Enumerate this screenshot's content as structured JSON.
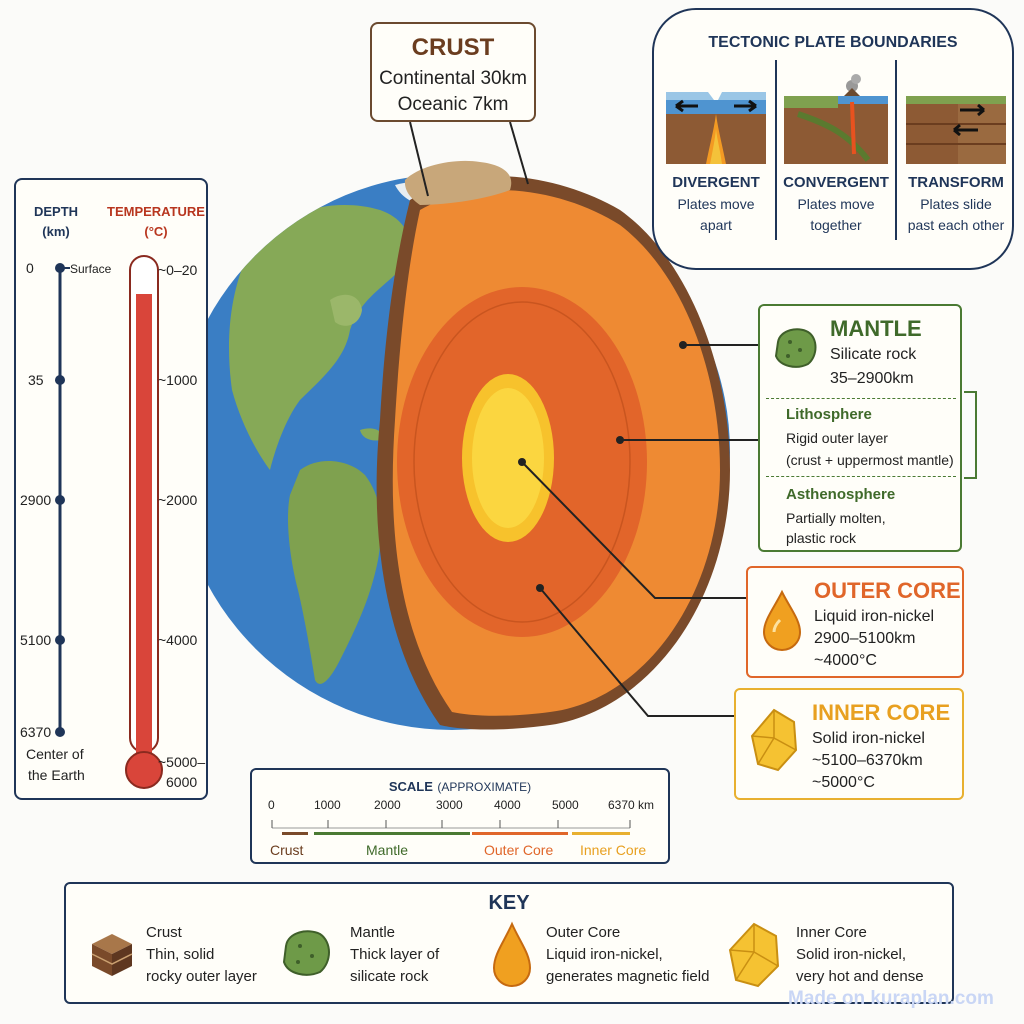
{
  "crust_callout": {
    "title": "CRUST",
    "line1": "Continental 30km",
    "line2": "Oceanic 7km"
  },
  "tectonic": {
    "title": "TECTONIC PLATE BOUNDARIES",
    "items": [
      {
        "name": "DIVERGENT",
        "line1": "Plates move",
        "line2": "apart"
      },
      {
        "name": "CONVERGENT",
        "line1": "Plates move",
        "line2": "together"
      },
      {
        "name": "TRANSFORM",
        "line1": "Plates slide",
        "line2": "past each other"
      }
    ]
  },
  "depth_panel": {
    "depth_head1": "DEPTH",
    "depth_head2": "(km)",
    "temp_head1": "TEMPERATURE",
    "temp_head2": "(°C)",
    "depths": [
      "0",
      "35",
      "2900",
      "5100",
      "6370"
    ],
    "surface_label": "Surface",
    "center_label1": "Center of",
    "center_label2": "the Earth",
    "temps": [
      "~0–20",
      "~1000",
      "~2000",
      "~4000",
      "~5000–",
      "6000"
    ]
  },
  "mantle": {
    "title": "MANTLE",
    "line1": "Silicate rock",
    "line2": "35–2900km",
    "litho_title": "Lithosphere",
    "litho1": "Rigid outer layer",
    "litho2": "(crust + uppermost mantle)",
    "astheno_title": "Asthenosphere",
    "astheno1": "Partially molten,",
    "astheno2": "plastic rock"
  },
  "outer_core": {
    "title": "OUTER CORE",
    "line1": "Liquid iron-nickel",
    "line2": "2900–5100km",
    "line3": "~4000°C"
  },
  "inner_core": {
    "title": "INNER CORE",
    "line1": "Solid iron-nickel",
    "line2": "~5100–6370km",
    "line3": "~5000°C"
  },
  "scale": {
    "title": "SCALE",
    "title_note": "(APPROXIMATE)",
    "ticks": [
      "0",
      "1000",
      "2000",
      "3000",
      "4000",
      "5000",
      "6370 km"
    ],
    "labels": [
      "Crust",
      "Mantle",
      "Outer Core",
      "Inner Core"
    ]
  },
  "key": {
    "title": "KEY",
    "items": [
      {
        "name": "Crust",
        "line1": "Thin, solid",
        "line2": "rocky outer layer"
      },
      {
        "name": "Mantle",
        "line1": "Thick layer of",
        "line2": "silicate rock"
      },
      {
        "name": "Outer Core",
        "line1": "Liquid iron-nickel,",
        "line2": "generates magnetic field"
      },
      {
        "name": "Inner Core",
        "line1": "Solid iron-nickel,",
        "line2": "very hot and dense"
      }
    ]
  },
  "colors": {
    "crust": "#7a4a2a",
    "mantle": "#4a7a33",
    "outer_core": "#e0662a",
    "inner_core": "#e8b030",
    "ocean": "#3a7ec4",
    "land": "#7fa14f",
    "navy": "#1f3558",
    "thermo_red": "#d9453a"
  },
  "watermark": "Made on kuraplan.com"
}
